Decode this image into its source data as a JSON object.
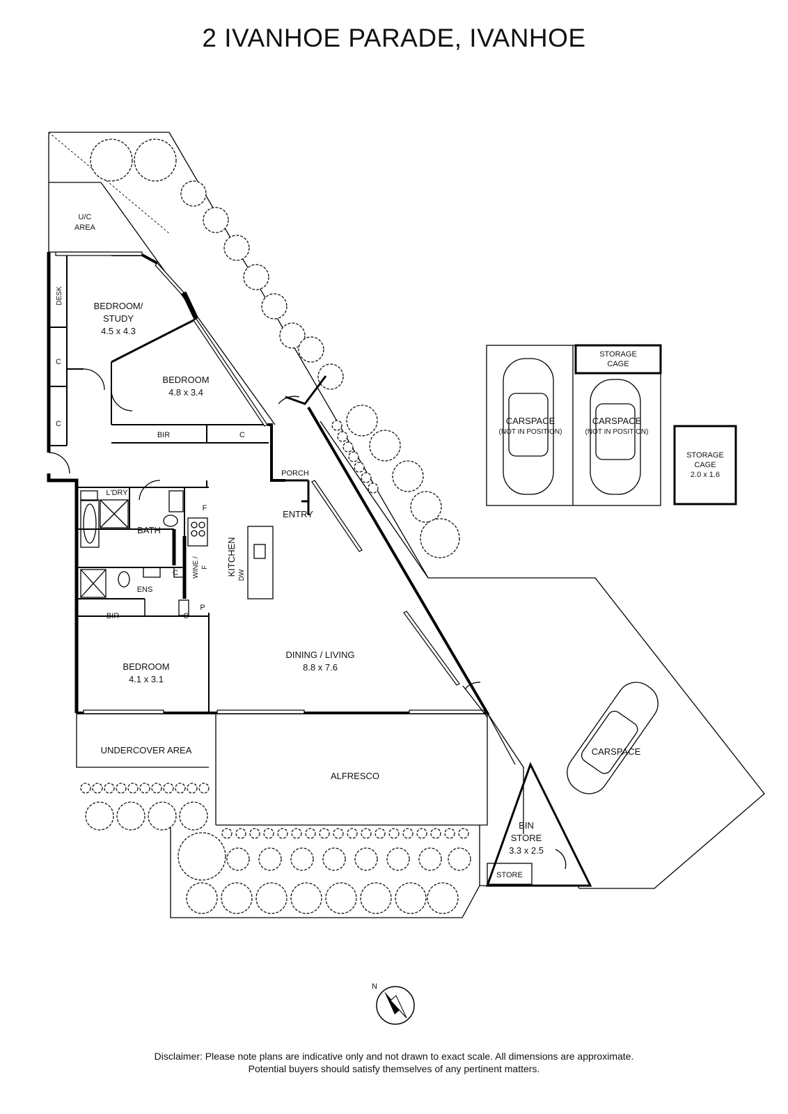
{
  "title": "2 IVANHOE PARADE, IVANHOE",
  "rooms": {
    "uc_area": [
      "U/C",
      "AREA"
    ],
    "desk": "DESK",
    "c_left1": "C",
    "c_left2": "C",
    "bedroom_study": [
      "BEDROOM/",
      "STUDY",
      "4.5 x 4.3"
    ],
    "bedroom2": [
      "BEDROOM",
      "4.8 x 3.4"
    ],
    "bir_top": "BIR",
    "c_top": "C",
    "porch": "PORCH",
    "entry": "ENTRY",
    "ldry": "L'DRY",
    "bath": "BATH",
    "fridge": "F",
    "kitchen": "KITCHEN",
    "dw": "DW",
    "wine": [
      "WINE /",
      "F"
    ],
    "c_ens": "C",
    "ens": "ENS",
    "pantry": "P",
    "c_small": "C",
    "bir_bottom": "BIR",
    "bedroom3": [
      "BEDROOM",
      "4.1 x 3.1"
    ],
    "dining_living": [
      "DINING / LIVING",
      "8.8 x 7.6"
    ],
    "undercover": "UNDERCOVER AREA",
    "alfresco": "ALFRESCO",
    "bin_store": [
      "BIN",
      "STORE",
      "3.3 x 2.5"
    ],
    "store": "STORE",
    "carspace_main": "CARSPACE"
  },
  "parking": {
    "storage_cage_top": [
      "STORAGE",
      "CAGE"
    ],
    "carspace_a": [
      "CARSPACE",
      "(NOT IN POSITION)"
    ],
    "carspace_b": [
      "CARSPACE",
      "(NOT IN POSITION)"
    ],
    "storage_cage_side": [
      "STORAGE",
      "CAGE",
      "2.0 x 1.6"
    ]
  },
  "compass_label": "N",
  "disclaimer": [
    "Disclaimer: Please note plans are indicative only and not drawn to exact scale. All dimensions are approximate.",
    "Potential buyers should satisfy themselves of any pertinent matters."
  ]
}
